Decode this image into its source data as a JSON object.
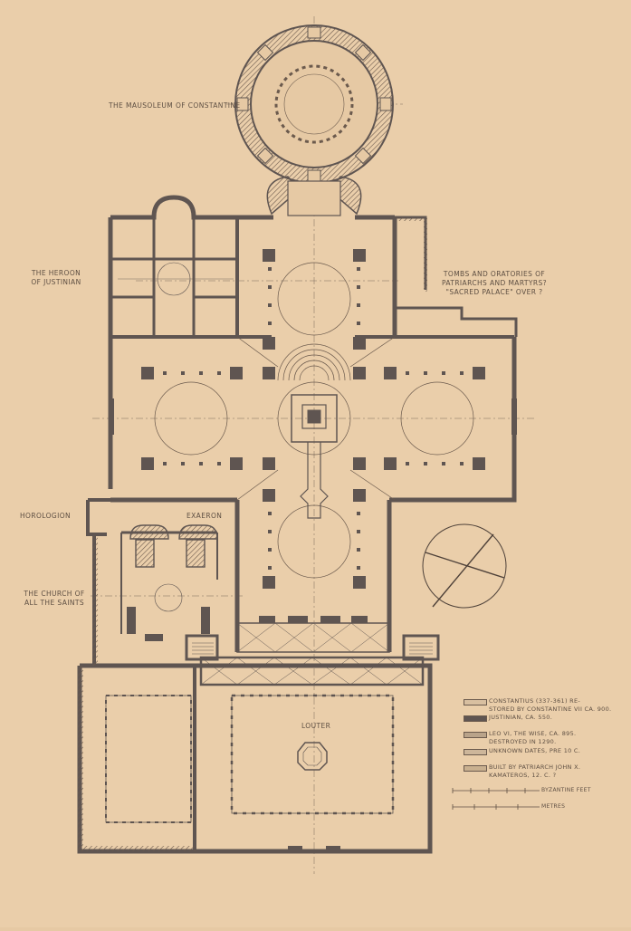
{
  "labels": {
    "mausoleum": "THE MAUSOLEUM OF CONSTANTINE",
    "heroon_line1": "THE HEROON",
    "heroon_line2": "OF JUSTINIAN",
    "tombs_line1": "TOMBS AND ORATORIES OF",
    "tombs_line2": "PATRIARCHS AND MARTYRS?",
    "tombs_line3": "\"SACRED PALACE\" OVER ?",
    "horologion": "HOROLOGION",
    "exaeron": "EXAERON",
    "church_line1": "THE CHURCH OF",
    "church_line2": "ALL THE SAINTS",
    "louter": "LOUTER"
  },
  "legend": [
    {
      "lines": [
        "CONSTANTIUS (337-361) RE-",
        "STORED BY CONSTANTINE VII CA. 900."
      ],
      "fill": "#d8bfa0"
    },
    {
      "lines": [
        "JUSTINIAN, CA. 550."
      ],
      "fill": "#5f5551"
    },
    {
      "lines": [
        "LEO VI, THE WISE, CA. 895.",
        "DESTROYED IN 1290."
      ],
      "fill": "#b9a38a"
    },
    {
      "lines": [
        "UNKNOWN DATES, PRE 10 C."
      ],
      "fill": "#cdb69a"
    },
    {
      "lines": [
        "BUILT BY PATRIARCH JOHN X.",
        "KAMATEROS, 12. C. ?"
      ],
      "fill": "#c9b08f"
    }
  ],
  "scale": {
    "feet_label": "BYZANTINE FEET",
    "metres_label": "METRES"
  },
  "colors": {
    "paper": "#e6c9a4",
    "wall": "#5f5551",
    "line": "#6b5a4d"
  }
}
